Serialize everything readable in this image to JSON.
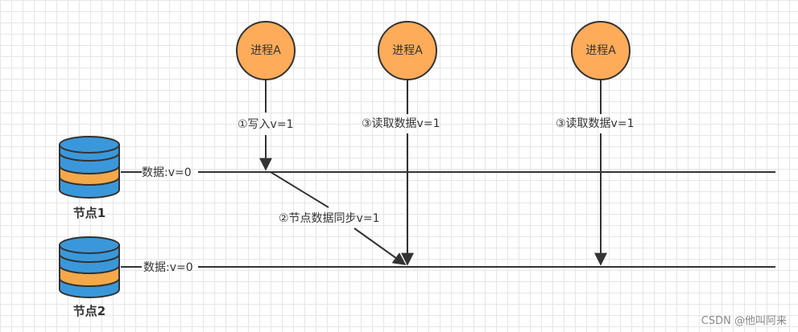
{
  "processes": [
    {
      "label": "进程A"
    },
    {
      "label": "进程A"
    },
    {
      "label": "进程A"
    }
  ],
  "nodes": [
    {
      "label": "节点1",
      "data_label": "数据:v=0"
    },
    {
      "label": "节点2",
      "data_label": "数据:v=0"
    }
  ],
  "operations": {
    "write": "①写入v=1",
    "sync": "②节点数据同步v=1",
    "read_1": "③读取数据v=1",
    "read_2": "③读取数据v=1"
  },
  "colors": {
    "process_fill": "#FFAC5A",
    "disk_blue": "#3A98DA",
    "disk_orange": "#F5A849",
    "line": "#333333"
  },
  "watermark": "CSDN @他叫阿来"
}
